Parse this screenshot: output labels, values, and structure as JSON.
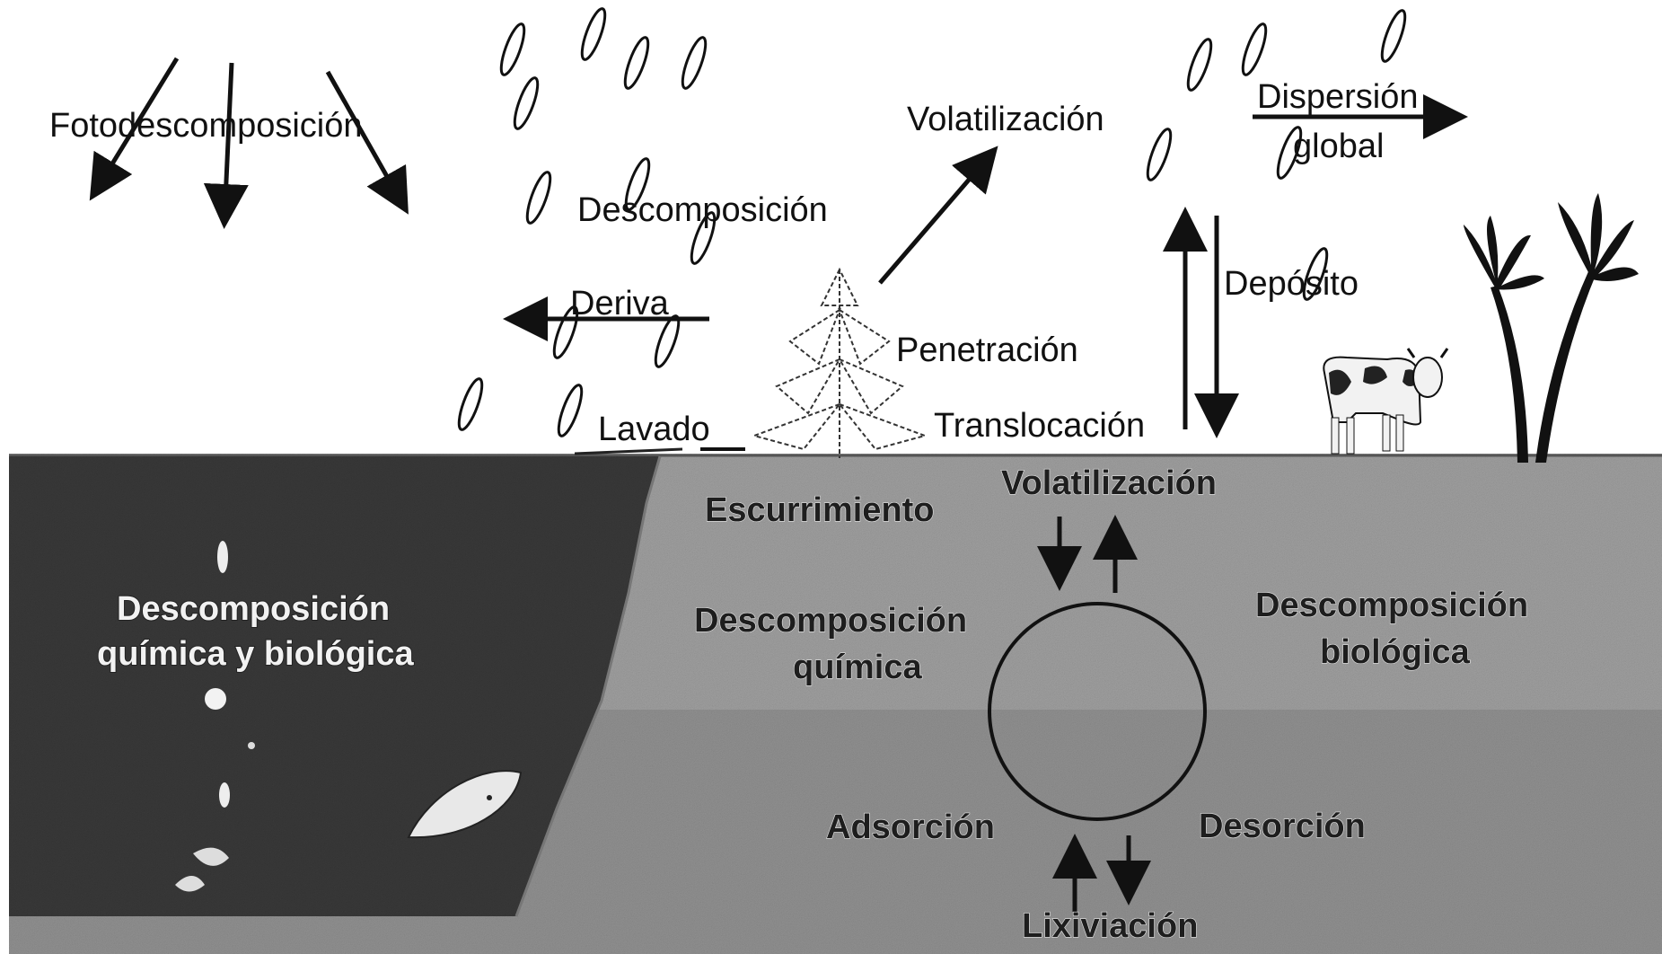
{
  "diagram": {
    "labels": {
      "fotodescomposicion": "Fotodescomposición",
      "descomposicion": "Descomposición",
      "deriva": "Deriva",
      "volatilizacion_aire": "Volatilización",
      "dispersion": "Dispersión",
      "global": "global",
      "deposito": "Depósito",
      "penetracion": "Penetración",
      "translocacion": "Translocación",
      "lavado": "Lavado",
      "escurrimiento": "Escurrimiento",
      "volatilizacion_suelo": "Volatilización",
      "descomposicion_quimica_1": "Descomposición",
      "descomposicion_quimica_2": "química",
      "descomposicion_biologica_1": "Descomposición",
      "descomposicion_biologica_2": "biológica",
      "adsorcion": "Adsorción",
      "desorcion": "Desorción",
      "lixiviacion": "Lixiviación",
      "agua_1": "Descomposición",
      "agua_2": "química y biológica"
    },
    "colors": {
      "ink": "#111111",
      "soil": "#9c9c9c",
      "water": "#3a3a3a",
      "sky": "#ffffff"
    }
  }
}
